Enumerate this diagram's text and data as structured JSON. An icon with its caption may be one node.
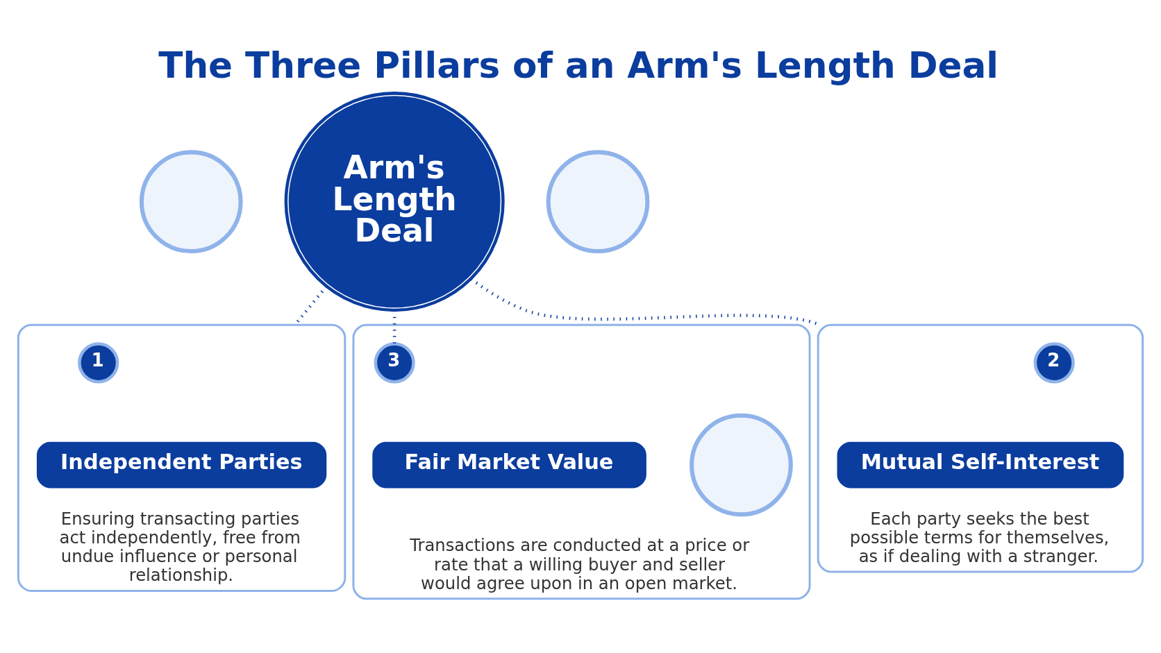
{
  "diagram": {
    "title": "The Three Pillars of an Arm's Length Deal",
    "nodes": [
      {
        "text": [
          "Arm's Length Deal"
        ]
      },
      {
        "text": [
          "Ensuring transacting parties act independently, free from undue influence or personal relationship."
        ]
      },
      {
        "text": [],
        "shape": "circle"
      },
      {
        "text": [
          "1"
        ],
        "in": 1
      },
      {
        "text": [
          "Independent Parties"
        ],
        "in": 1
      },
      {
        "text": [
          "Each party seeks the best possible terms for themselves, as if dealing with a stranger."
        ]
      },
      {
        "text": [],
        "shape": "circle"
      },
      {
        "text": [
          "2"
        ],
        "in": 5
      },
      {
        "text": [
          "Mutual Self-Interest"
        ],
        "in": 5
      },
      {
        "text": [
          "Transactions are conducted at a price or rate that a willing buyer and seller would agree upon in an open market."
        ]
      },
      {
        "text": [],
        "shape": "circle",
        "in": 9
      },
      {
        "text": [
          "3"
        ],
        "in": 9
      },
      {
        "text": [
          "Fair Market Value"
        ],
        "in": 9
      }
    ],
    "edges": [
      {
        "from": 0,
        "to": 1,
        "arrow": "none",
        "style": "dashed"
      },
      {
        "from": 0,
        "to": 5,
        "arrow": "none",
        "style": "dashed"
      },
      {
        "from": 0,
        "to": 11,
        "arrow": "none",
        "style": "dashed"
      }
    ]
  }
}
